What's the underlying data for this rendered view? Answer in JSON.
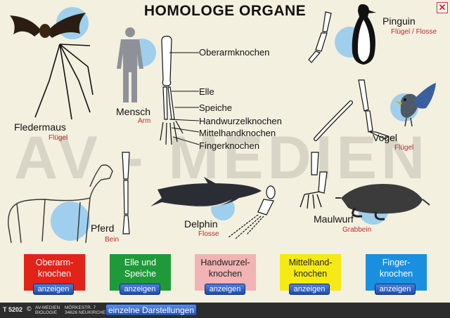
{
  "title": "HOMOLOGE ORGANE",
  "watermark": "AV - MEDIEN",
  "close_symbol": "✕",
  "animals": {
    "fledermaus": {
      "name": "Fledermaus",
      "sub": "Flügel"
    },
    "mensch": {
      "name": "Mensch",
      "sub": "Arm"
    },
    "pinguin": {
      "name": "Pinguin",
      "sub": "Flügel / Flosse"
    },
    "vogel": {
      "name": "Vogel",
      "sub": "Flügel"
    },
    "pferd": {
      "name": "Pferd",
      "sub": "Bein"
    },
    "delphin": {
      "name": "Delphin",
      "sub": "Flosse"
    },
    "maulwurf": {
      "name": "Maulwurf",
      "sub": "Grabbein"
    }
  },
  "bone_labels": [
    "Oberarmknochen",
    "Elle",
    "Speiche",
    "Handwurzelknochen",
    "Mittelhandknochen",
    "Fingerknochen"
  ],
  "buttons": [
    {
      "label_line1": "Oberarm-",
      "label_line2": "knochen",
      "color": "#e2231a",
      "text_color": "#ffffff",
      "action": "anzeigen"
    },
    {
      "label_line1": "Elle und",
      "label_line2": "Speiche",
      "color": "#1f9a3a",
      "text_color": "#ffffff",
      "action": "anzeigen"
    },
    {
      "label_line1": "Handwurzel-",
      "label_line2": "knochen",
      "color": "#f1b3b3",
      "text_color": "#222222",
      "action": "anzeigen"
    },
    {
      "label_line1": "Mittelhand-",
      "label_line2": "knochen",
      "color": "#f5ea14",
      "text_color": "#222222",
      "action": "anzeigen"
    },
    {
      "label_line1": "Finger-",
      "label_line2": "knochen",
      "color": "#1a8fe0",
      "text_color": "#ffffff",
      "action": "anzeigen"
    }
  ],
  "footer": {
    "code": "T 5202",
    "copyright": "©",
    "company_line1": "AV-MEDIEN",
    "company_line2": "BIOLOGIE",
    "address_line1": "MÖRKESTR. 7",
    "address_line2": "34626  NEUKIRCHEN",
    "details_button": "einzelne Darstellungen"
  },
  "colors": {
    "background": "#f3f0df",
    "highlight_circle": "#8fc9ef",
    "sub_label": "#c0282e"
  }
}
